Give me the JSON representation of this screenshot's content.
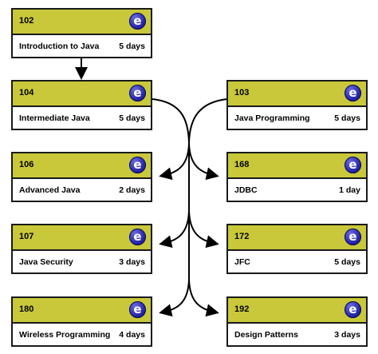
{
  "courses": [
    {
      "id": "c102",
      "code": "102",
      "title": "Introduction to Java",
      "duration": "5 days",
      "icon": "e-logo-icon"
    },
    {
      "id": "c104",
      "code": "104",
      "title": "Intermediate Java",
      "duration": "5 days",
      "icon": "e-logo-icon"
    },
    {
      "id": "c103",
      "code": "103",
      "title": "Java Programming",
      "duration": "5 days",
      "icon": "e-logo-icon"
    },
    {
      "id": "c106",
      "code": "106",
      "title": "Advanced Java",
      "duration": "2 days",
      "icon": "e-logo-icon"
    },
    {
      "id": "c168",
      "code": "168",
      "title": "JDBC",
      "duration": "1 day",
      "icon": "e-logo-icon"
    },
    {
      "id": "c107",
      "code": "107",
      "title": "Java Security",
      "duration": "3 days",
      "icon": "e-logo-icon"
    },
    {
      "id": "c172",
      "code": "172",
      "title": "JFC",
      "duration": "5 days",
      "icon": "e-logo-icon"
    },
    {
      "id": "c180",
      "code": "180",
      "title": "Wireless Programming",
      "duration": "4 days",
      "icon": "e-logo-icon"
    },
    {
      "id": "c192",
      "code": "192",
      "title": "Design Patterns",
      "duration": "3 days",
      "icon": "e-logo-icon"
    }
  ],
  "icon_glyph": "e",
  "colors": {
    "header": "#c8c83a",
    "border": "#1a1a1a",
    "icon": "#2b2bb0"
  }
}
